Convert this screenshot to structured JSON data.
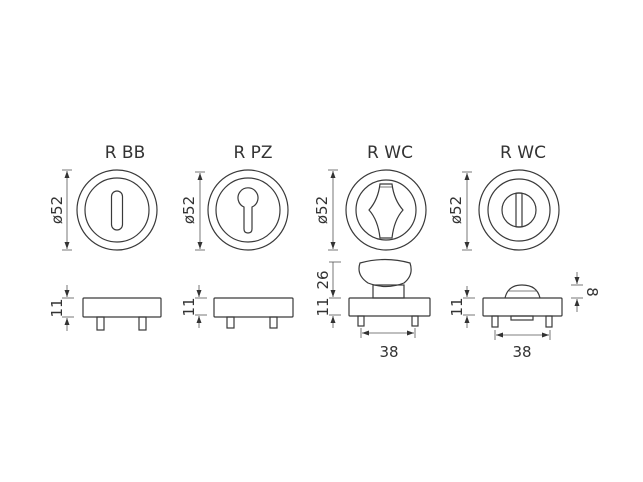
{
  "variants": [
    {
      "title": "R BB",
      "diameter": "ø52",
      "height": "11"
    },
    {
      "title": "R PZ",
      "diameter": "ø52",
      "height": "11"
    },
    {
      "title": "R WC",
      "diameter": "ø52",
      "height": "11",
      "knob_height": "26",
      "pin_spacing": "38"
    },
    {
      "title": "R WC",
      "diameter": "ø52",
      "height": "11",
      "indicator_height": "8",
      "pin_spacing": "38"
    }
  ]
}
